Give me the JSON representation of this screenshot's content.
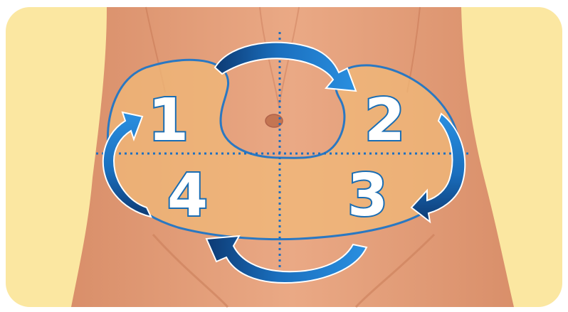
{
  "diagram": {
    "colors": {
      "background": "#fbe7a1",
      "frame": "#ffffff",
      "skin": "#e8a682",
      "skin_shadow": "#d68c69",
      "zone_fill": "#f0b878",
      "outline_blue": "#2a78c2",
      "arrow_dark": "#10427f",
      "arrow_light": "#1f86d6"
    },
    "quadrants": [
      {
        "label": "1"
      },
      {
        "label": "2"
      },
      {
        "label": "3"
      },
      {
        "label": "4"
      }
    ],
    "arrows": [
      {
        "name": "top-arrow",
        "direction": "clockwise"
      },
      {
        "name": "right-arrow",
        "direction": "clockwise"
      },
      {
        "name": "bottom-arrow",
        "direction": "clockwise"
      },
      {
        "name": "left-arrow",
        "direction": "clockwise"
      }
    ]
  }
}
